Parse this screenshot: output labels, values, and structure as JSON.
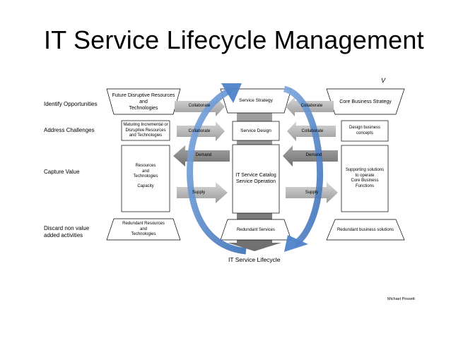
{
  "title": "IT Service Lifecycle Management",
  "corner_mark": "V",
  "row_labels": {
    "identify": "Identify Opportunities",
    "address": "Address Challenges",
    "capture": "Capture Value",
    "discard_1": "Discard non value",
    "discard_2": "added activities"
  },
  "left_column": {
    "top_1": "Future Disruptive Resources",
    "top_2": "and",
    "top_3": "Technologies",
    "mid_1": "Maturing Incremental or",
    "mid_2": "Disruptive Resources",
    "mid_3": "and Technologies",
    "big_1": "Resources",
    "big_2": "and",
    "big_3": "Technologies",
    "big_4": "Capacity",
    "bottom_1": "Redundant Resources",
    "bottom_2": "and",
    "bottom_3": "Technologies"
  },
  "center_column": {
    "top": "Service Strategy",
    "mid": "Service Design",
    "big_1": "IT Service Catalog",
    "big_2": "Service Operation",
    "bottom": "Redundant Services"
  },
  "right_column": {
    "top": "Core Business Strategy",
    "mid_1": "Design business",
    "mid_2": "concepts",
    "big_1": "Supporting solutions",
    "big_2": "to operate",
    "big_3": "Core Business",
    "big_4": "Functions",
    "bottom": "Redundant business solutions"
  },
  "arrows": {
    "left_collab_top": "Collaborate",
    "left_collab_mid": "Collaborate",
    "left_demand": "Demand",
    "left_supply": "Supply",
    "right_collab_top": "Collaborate",
    "right_collab_mid": "Collaborate",
    "right_demand": "Demand",
    "right_supply": "Supply"
  },
  "lifecycle_label": "IT Service Lifecycle",
  "author": "Michael Possett",
  "colors": {
    "arrow_fill": "#c0c0c0",
    "arrow_fill_dark": "#8e8e8e",
    "cycle_blue": "#5a8fd2",
    "cycle_blue_dark": "#3d6fb3",
    "box_stroke": "#000000"
  }
}
